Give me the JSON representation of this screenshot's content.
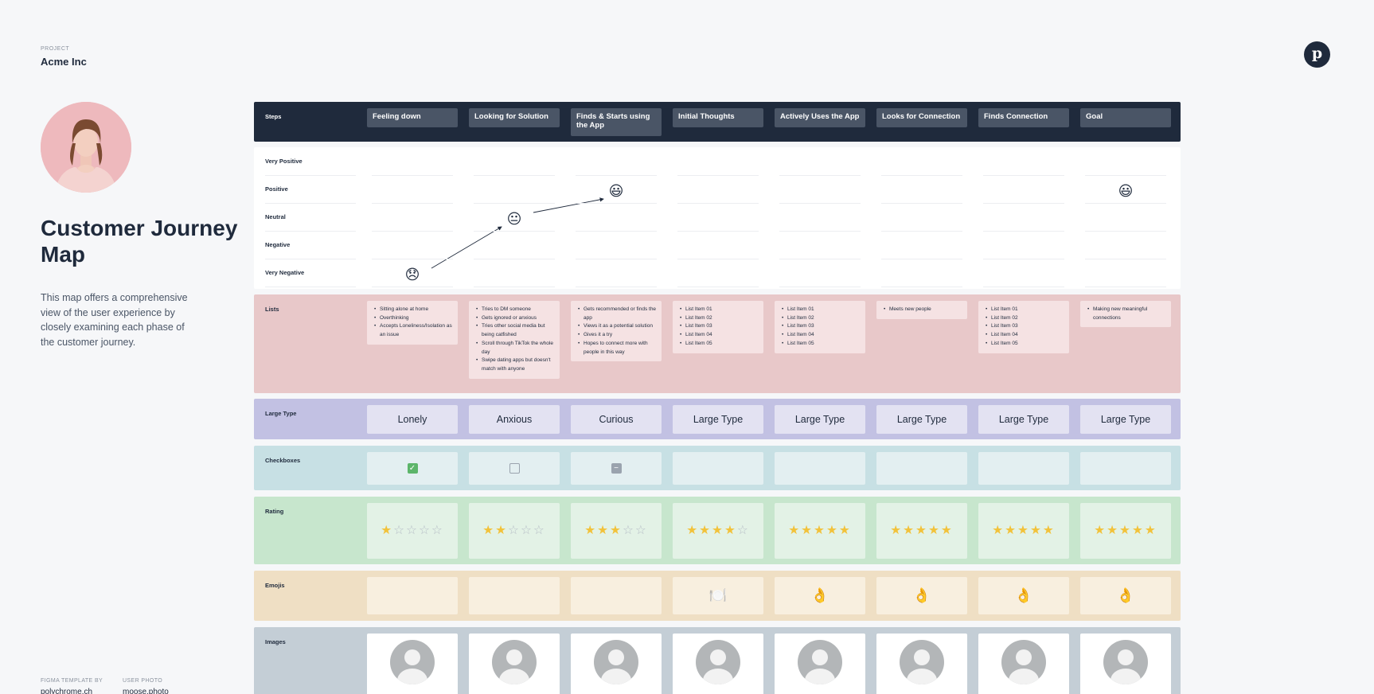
{
  "project": {
    "label": "PROJECT",
    "name": "Acme Inc"
  },
  "title": "Customer Journey Map",
  "description": "This map offers a comprehensive view of the user experience by closely examining each phase of the customer journey.",
  "footer": {
    "template_label": "FIGMA TEMPLATE BY",
    "template_value": "polychrome.ch",
    "photo_label": "USER PHOTO",
    "photo_value": "moose.photo"
  },
  "logo": "p",
  "rows": {
    "steps": "Steps",
    "lists": "Lists",
    "large_type": "Large Type",
    "checkboxes": "Checkboxes",
    "rating": "Rating",
    "emojis": "Emojis",
    "images": "Images"
  },
  "sentiment_levels": [
    "Very Positive",
    "Positive",
    "Neutral",
    "Negative",
    "Very Negative"
  ],
  "steps": [
    "Feeling down",
    "Looking for Solution",
    "Finds & Starts using the App",
    "Initial Thoughts",
    "Actively Uses the App",
    "Looks for Connection",
    "Finds Connection",
    "Goal"
  ],
  "sentiment": [
    {
      "level": "Very Negative",
      "face": "😞"
    },
    {
      "level": "Neutral",
      "face": "😐"
    },
    {
      "level": "Positive",
      "face": "😃"
    },
    null,
    null,
    null,
    null,
    {
      "level": "Positive",
      "face": "😃"
    }
  ],
  "lists": [
    [
      "Sitting alone at home",
      "Overthinking",
      "Accepts Loneliness/Isolation as an issue"
    ],
    [
      "Tries to DM someone",
      "Gets ignored or anxious",
      "Tries other social media but being catfished",
      "Scroll through TikTok the whole day",
      "Swipe dating apps but doesn't match with anyone"
    ],
    [
      "Gets recommended or finds the app",
      "Views it as a potential solution",
      "Gives it a try",
      "Hopes to connect more with people in this way"
    ],
    [
      "List Item 01",
      "List Item 02",
      "List Item 03",
      "List Item 04",
      "List Item 05"
    ],
    [
      "List Item 01",
      "List Item 02",
      "List Item 03",
      "List Item 04",
      "List Item 05"
    ],
    [
      "Meets new people"
    ],
    [
      "List Item 01",
      "List Item 02",
      "List Item 03",
      "List Item 04",
      "List Item 05"
    ],
    [
      "Making new meaningful connections"
    ]
  ],
  "large_type": [
    "Lonely",
    "Anxious",
    "Curious",
    "Large Type",
    "Large Type",
    "Large Type",
    "Large Type",
    "Large Type"
  ],
  "checkboxes": [
    "checked",
    "unchecked",
    "indeterminate",
    null,
    null,
    null,
    null,
    null
  ],
  "ratings": [
    1,
    2,
    3,
    4,
    5,
    5,
    5,
    5
  ],
  "rating_max": 5,
  "emojis": [
    "",
    "",
    "",
    "🍽️",
    "👌",
    "👌",
    "👌",
    "👌"
  ],
  "colors": {
    "steps_bg": "#1f2a3c",
    "lists_bg": "#e8c8c9",
    "large_type_bg": "#c2c1e3",
    "checkboxes_bg": "#c7e0e4",
    "rating_bg": "#c7e6cd",
    "emojis_bg": "#efdfc4",
    "images_bg": "#c4ced6",
    "star": "#f2c23a",
    "check": "#5cb56a"
  }
}
